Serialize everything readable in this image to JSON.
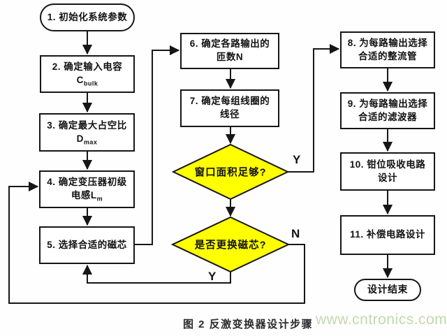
{
  "figure": {
    "caption": "图 2 反激变换器设计步骤",
    "watermark": "www.cntronics.com"
  },
  "nodes": {
    "start": {
      "label": "1. 初始化系统参数"
    },
    "step2": {
      "line1": "2. 确定输入电容",
      "symbol_base": "C",
      "symbol_sub": "bulk"
    },
    "step3": {
      "line1": "3. 确定最大占空比",
      "symbol_base": "D",
      "symbol_sub": "max"
    },
    "step4": {
      "line1": "4. 确定变压器初级",
      "line2_prefix": "电感",
      "symbol_base": "L",
      "symbol_sub": "m"
    },
    "step5": {
      "label": "5. 选择合适的磁芯"
    },
    "step6": {
      "line1": "6. 确定各路输出的",
      "line2": "匝数N"
    },
    "step7": {
      "line1": "7. 确定每组线圈的",
      "line2": "线径"
    },
    "decision_window": {
      "label": "窗口面积足够?"
    },
    "decision_core": {
      "label": "是否更换磁芯?"
    },
    "step8": {
      "line1": "8. 为每路输出选择",
      "line2": "合适的整流管"
    },
    "step9": {
      "line1": "9. 为每路输出选择",
      "line2": "合适的滤波器"
    },
    "step10": {
      "line1": "10. 钳位吸收电路",
      "line2": "设计"
    },
    "step11": {
      "label": "11. 补偿电路设计"
    },
    "end": {
      "label": "设计结束"
    }
  },
  "branch_labels": {
    "window_yes": "Y",
    "core_no": "N",
    "core_yes": "Y"
  },
  "colors": {
    "decision_fill": "#ffff00",
    "line": "#161616",
    "watermark": "#c4d9ad"
  }
}
